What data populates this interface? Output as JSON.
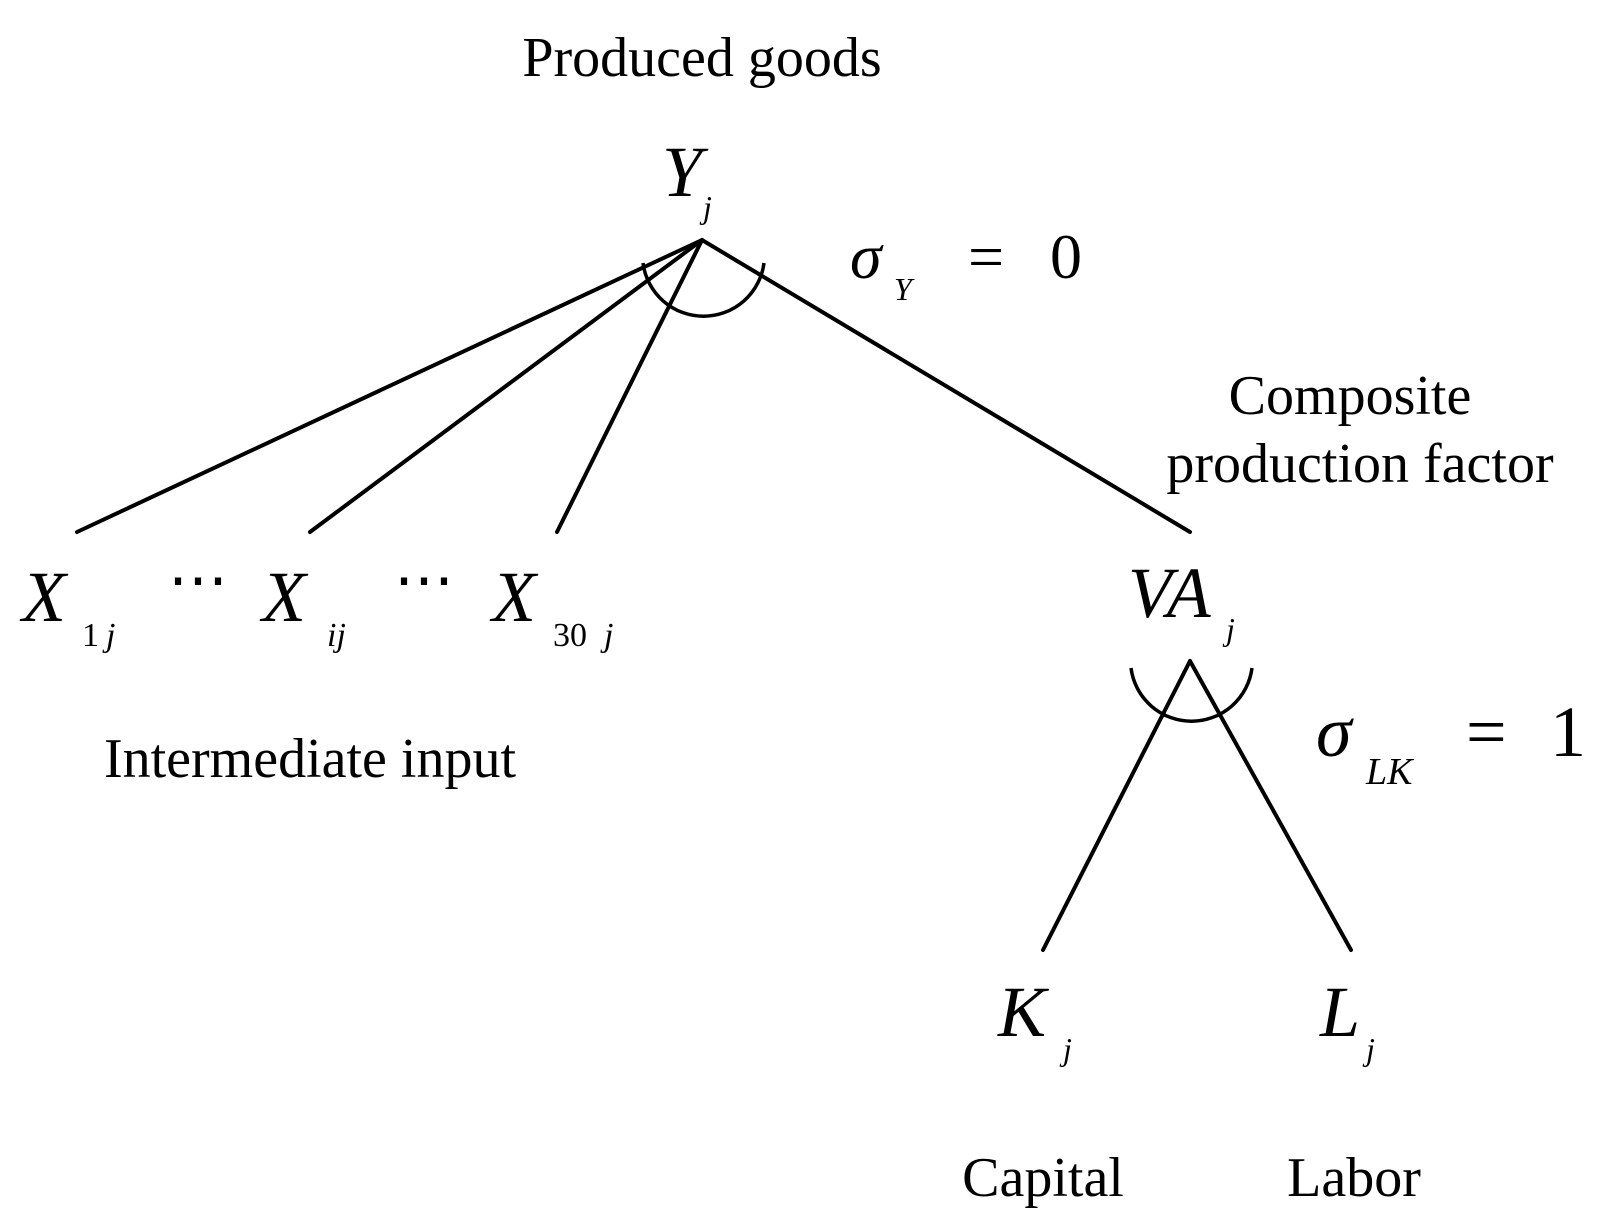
{
  "labels": {
    "produced_goods": "Produced goods",
    "composite_line1": "Composite",
    "composite_line2": "production factor",
    "intermediate_input": "Intermediate input",
    "capital": "Capital",
    "labor": "Labor"
  },
  "nodes": {
    "y": {
      "base": "Y",
      "sub": "j"
    },
    "x1": {
      "base": "X",
      "sub_num": "1",
      "sub": "j"
    },
    "xi": {
      "base": "X",
      "sub": "ij"
    },
    "x30": {
      "base": "X",
      "sub_num": "30",
      "sub": "j"
    },
    "va": {
      "base": "VA",
      "sub": "j"
    },
    "k": {
      "base": "K",
      "sub": "j"
    },
    "l": {
      "base": "L",
      "sub": "j"
    }
  },
  "dots": "⋯",
  "elasticities": {
    "sigma_y": {
      "symbol": "σ",
      "sub": "Y",
      "eq": "=",
      "value": "0"
    },
    "sigma_lk": {
      "symbol": "σ",
      "sub": "LK",
      "eq": "=",
      "value": "1"
    }
  }
}
